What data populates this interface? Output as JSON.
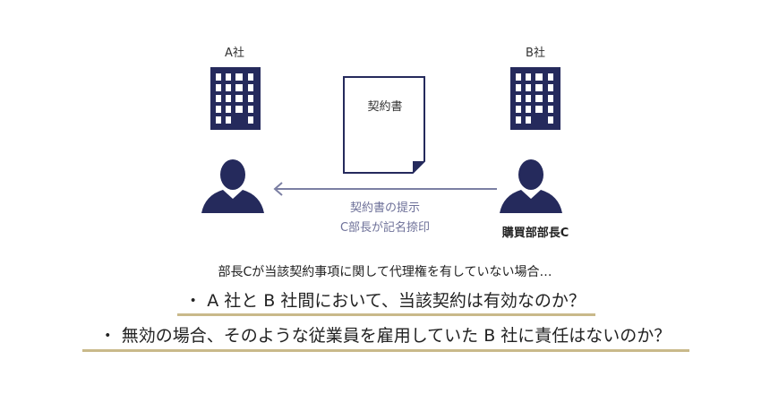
{
  "company_a": {
    "label": "A社"
  },
  "company_b": {
    "label": "B社"
  },
  "document": {
    "label": "契約書"
  },
  "arrow": {
    "line1": "契約書の提示",
    "line2": "C部長が記名捺印"
  },
  "person_b": {
    "label": "購買部部長C"
  },
  "premise": "部長Cが当該契約事項に関して代理権を有していない場合…",
  "questions": [
    "・ A 社と B 社間において、当該契約は有効なのか？",
    "・ 無効の場合、そのような従業員を雇用していた B 社に責任はないのか？"
  ],
  "colors": {
    "navy": "#252a5c",
    "arrow": "#7b7fa3",
    "underline": "#c9b98a"
  }
}
